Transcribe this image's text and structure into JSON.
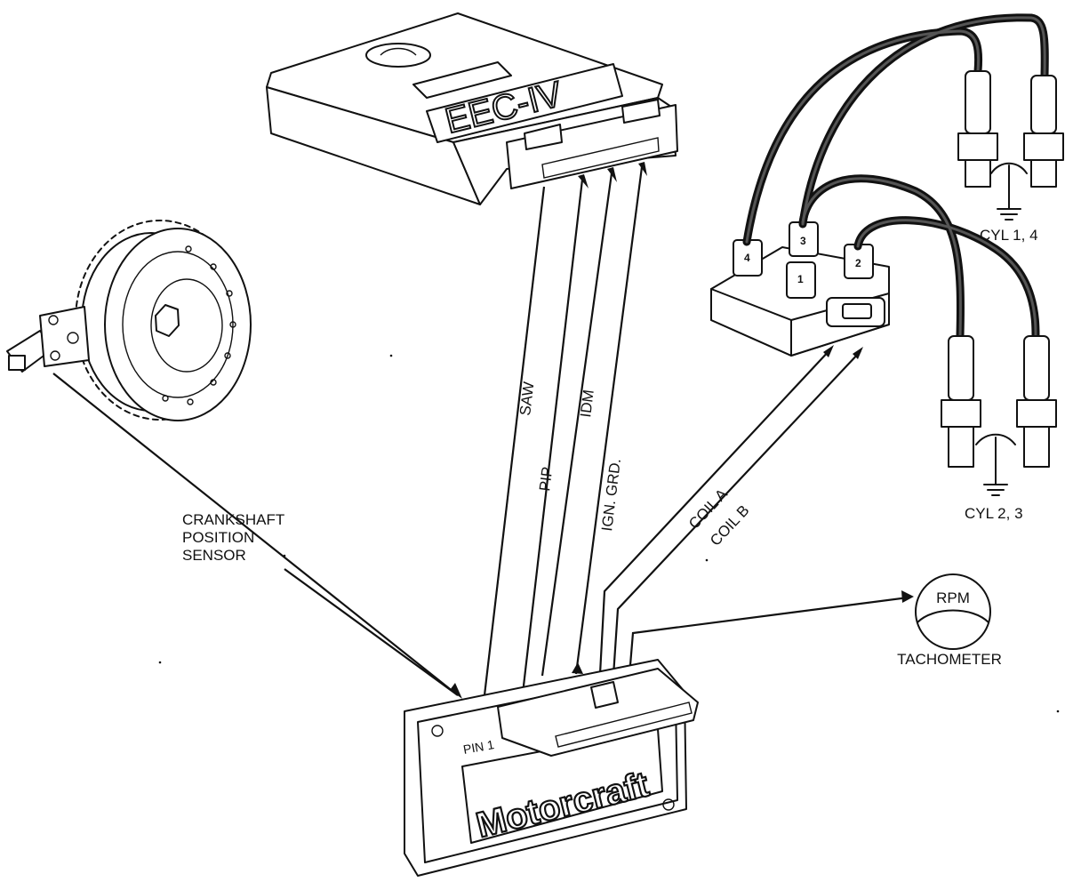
{
  "ecm": {
    "brand": "EEC-IV"
  },
  "module": {
    "brand": "Motorcraft",
    "pin_label": "PIN 1"
  },
  "labels": {
    "sensor": [
      "CRANKSHAFT",
      "POSITION",
      "SENSOR"
    ],
    "saw": "SAW",
    "pip": "PIP",
    "idm": "IDM",
    "ign_grd": "IGN. GRD.",
    "coil_a": "COIL A",
    "coil_b": "COIL B",
    "cyl14": "CYL 1, 4",
    "cyl23": "CYL 2, 3",
    "tach_dial": "RPM",
    "tach": "TACHOMETER"
  },
  "coil_terminals": [
    "4",
    "3",
    "1",
    "2"
  ],
  "colors": {
    "ink": "#111111",
    "paper": "#ffffff"
  }
}
